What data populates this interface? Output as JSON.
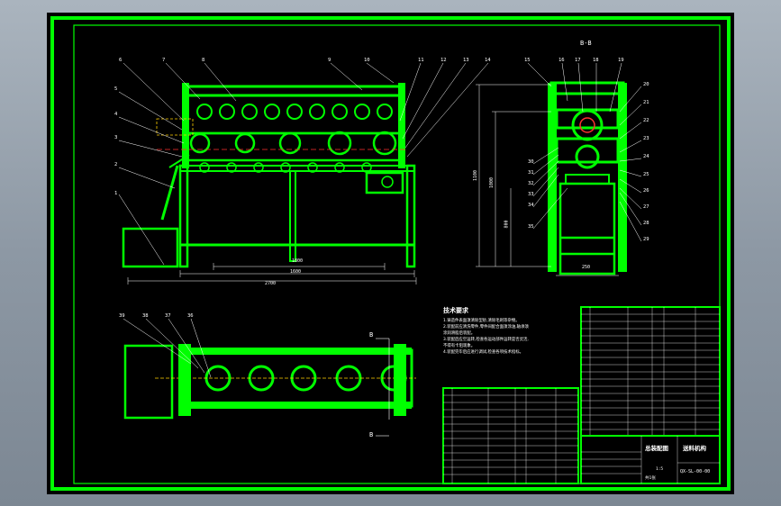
{
  "drawing": {
    "section_label": "B-B",
    "dims_front": [
      "1800",
      "2700",
      "1600"
    ],
    "dims_side": [
      "1100",
      "1000",
      "800",
      "250"
    ],
    "section_marks": [
      "B",
      "B"
    ],
    "front_callouts": [
      "6",
      "7",
      "8",
      "9",
      "10",
      "11",
      "12",
      "13",
      "14",
      "5",
      "4",
      "3",
      "2",
      "1"
    ],
    "side_callouts": [
      "15",
      "16",
      "17",
      "18",
      "19",
      "20",
      "21",
      "22",
      "23",
      "24",
      "25",
      "26",
      "27",
      "28",
      "29",
      "30",
      "31",
      "32",
      "33",
      "34",
      "35"
    ],
    "top_callouts": [
      "39",
      "38",
      "37",
      "36"
    ]
  },
  "notes": {
    "title": "技术要求",
    "lines": [
      "1.铸造件表面须清除型砂,清除毛刺等杂物。",
      "2.装配前应清洗零件,零件间配合面须涂油,轴承须",
      "涂润滑脂后装配。",
      "3.装配后应空运转,检查各运动部件运转是否灵活,",
      "不得有卡阻现象。",
      "4.装配完毕后应进行调试,检查各项技术指标。"
    ]
  },
  "title_block": {
    "drawing_name": "总装配图",
    "product_name": "送料机构",
    "drawing_no": "QX-SL-00-00",
    "scale": "1:5",
    "sheet": "共1张"
  }
}
